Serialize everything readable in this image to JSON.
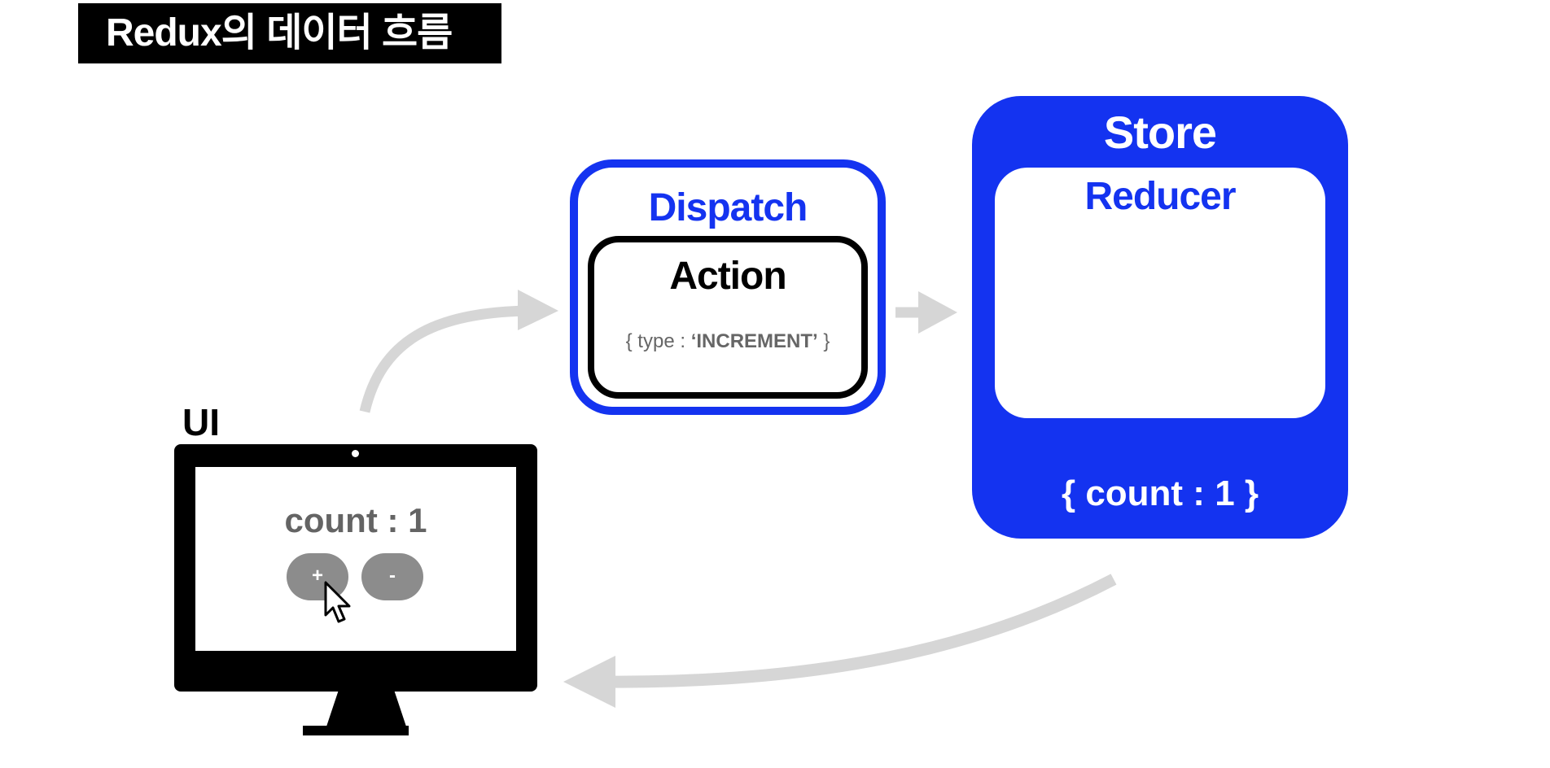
{
  "title": "Redux의 데이터 흐름",
  "dispatch": {
    "label": "Dispatch",
    "action": {
      "label": "Action",
      "payload_prefix": "{ type : ",
      "payload_type": "‘INCREMENT’",
      "payload_suffix": " }"
    }
  },
  "store": {
    "label": "Store",
    "reducer_label": "Reducer",
    "state": "{ count : 1 }"
  },
  "ui": {
    "label": "UI",
    "count_text": "count : 1",
    "plus_label": "+",
    "minus_label": "-"
  },
  "colors": {
    "accent_blue": "#1433f0",
    "arrow_gray": "#d6d6d6",
    "button_gray": "#8c8c8c",
    "text_gray": "#646464"
  },
  "icons": {
    "cursor": "mouse-pointer-icon",
    "camera": "monitor-camera-icon"
  }
}
